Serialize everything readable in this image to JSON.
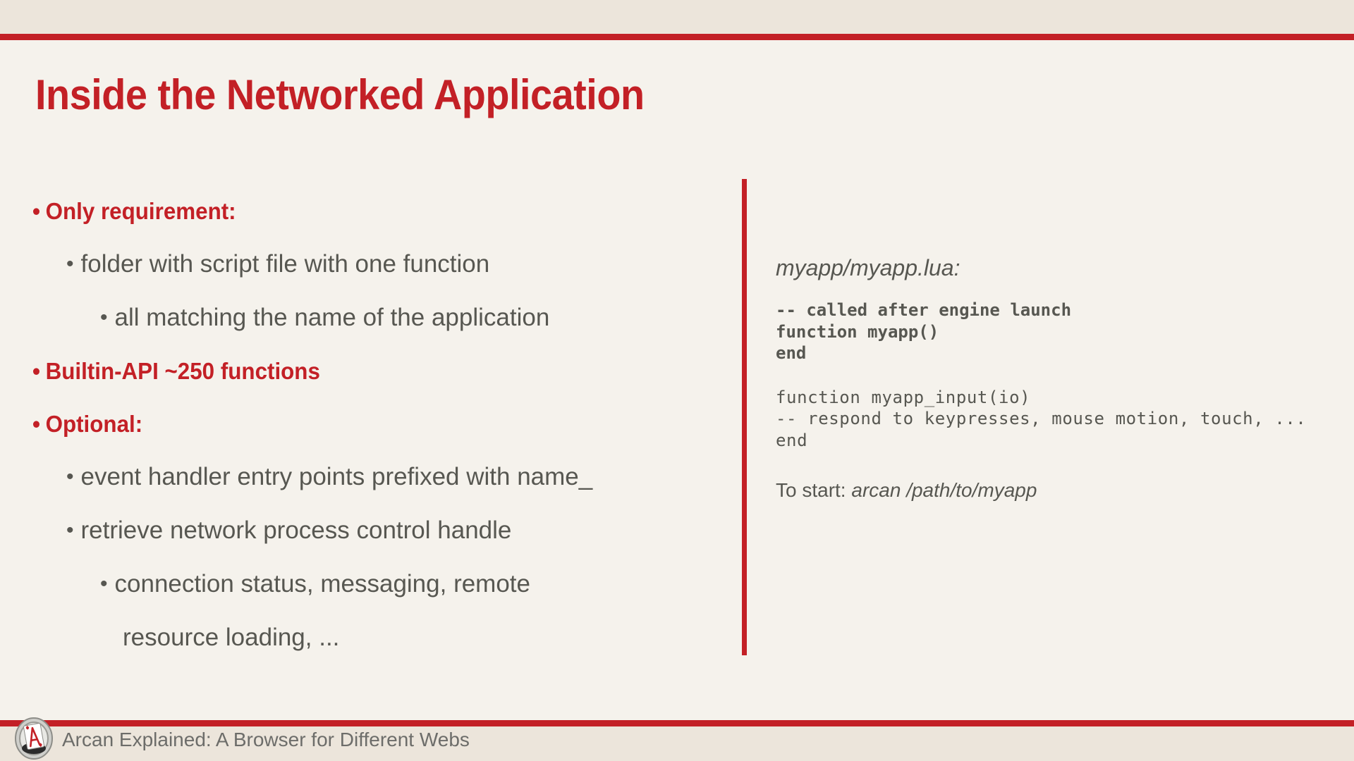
{
  "slide": {
    "title": "Inside the Networked Application",
    "colors": {
      "accent_red": "#c32026",
      "header_bg": "#ece5db",
      "body_bg": "#f5f2ec",
      "body_text": "#575751",
      "footer_text": "#6d6d6a"
    },
    "bullets": [
      {
        "level": 1,
        "marker": "•",
        "text": "Only requirement:"
      },
      {
        "level": 2,
        "marker": "•",
        "text": "folder with script file with one function"
      },
      {
        "level": 3,
        "marker": "•",
        "text": "all matching the name of the application"
      },
      {
        "level": 1,
        "marker": "•",
        "text": "Builtin-API ~250 functions"
      },
      {
        "level": 1,
        "marker": "•",
        "text": "Optional:"
      },
      {
        "level": 2,
        "marker": "•",
        "text": "event handler entry points prefixed with name_"
      },
      {
        "level": 2,
        "marker": "•",
        "text": "retrieve network process control handle"
      },
      {
        "level": 3,
        "marker": "•",
        "text": "connection status, messaging, remote"
      },
      {
        "level": 3,
        "marker": "",
        "text": "resource loading, ..."
      }
    ],
    "code_panel": {
      "caption": "myapp/myapp.lua:",
      "block_a": "-- called after engine launch\nfunction myapp()\nend",
      "block_b": "function myapp_input(io)\n-- respond to keypresses, mouse motion, touch, ...\nend",
      "start_label": "To start: ",
      "start_command": "arcan /path/to/myapp"
    },
    "footer": {
      "text": "Arcan Explained: A Browser for Different Webs",
      "logo_name": "arcan-card-logo"
    }
  }
}
